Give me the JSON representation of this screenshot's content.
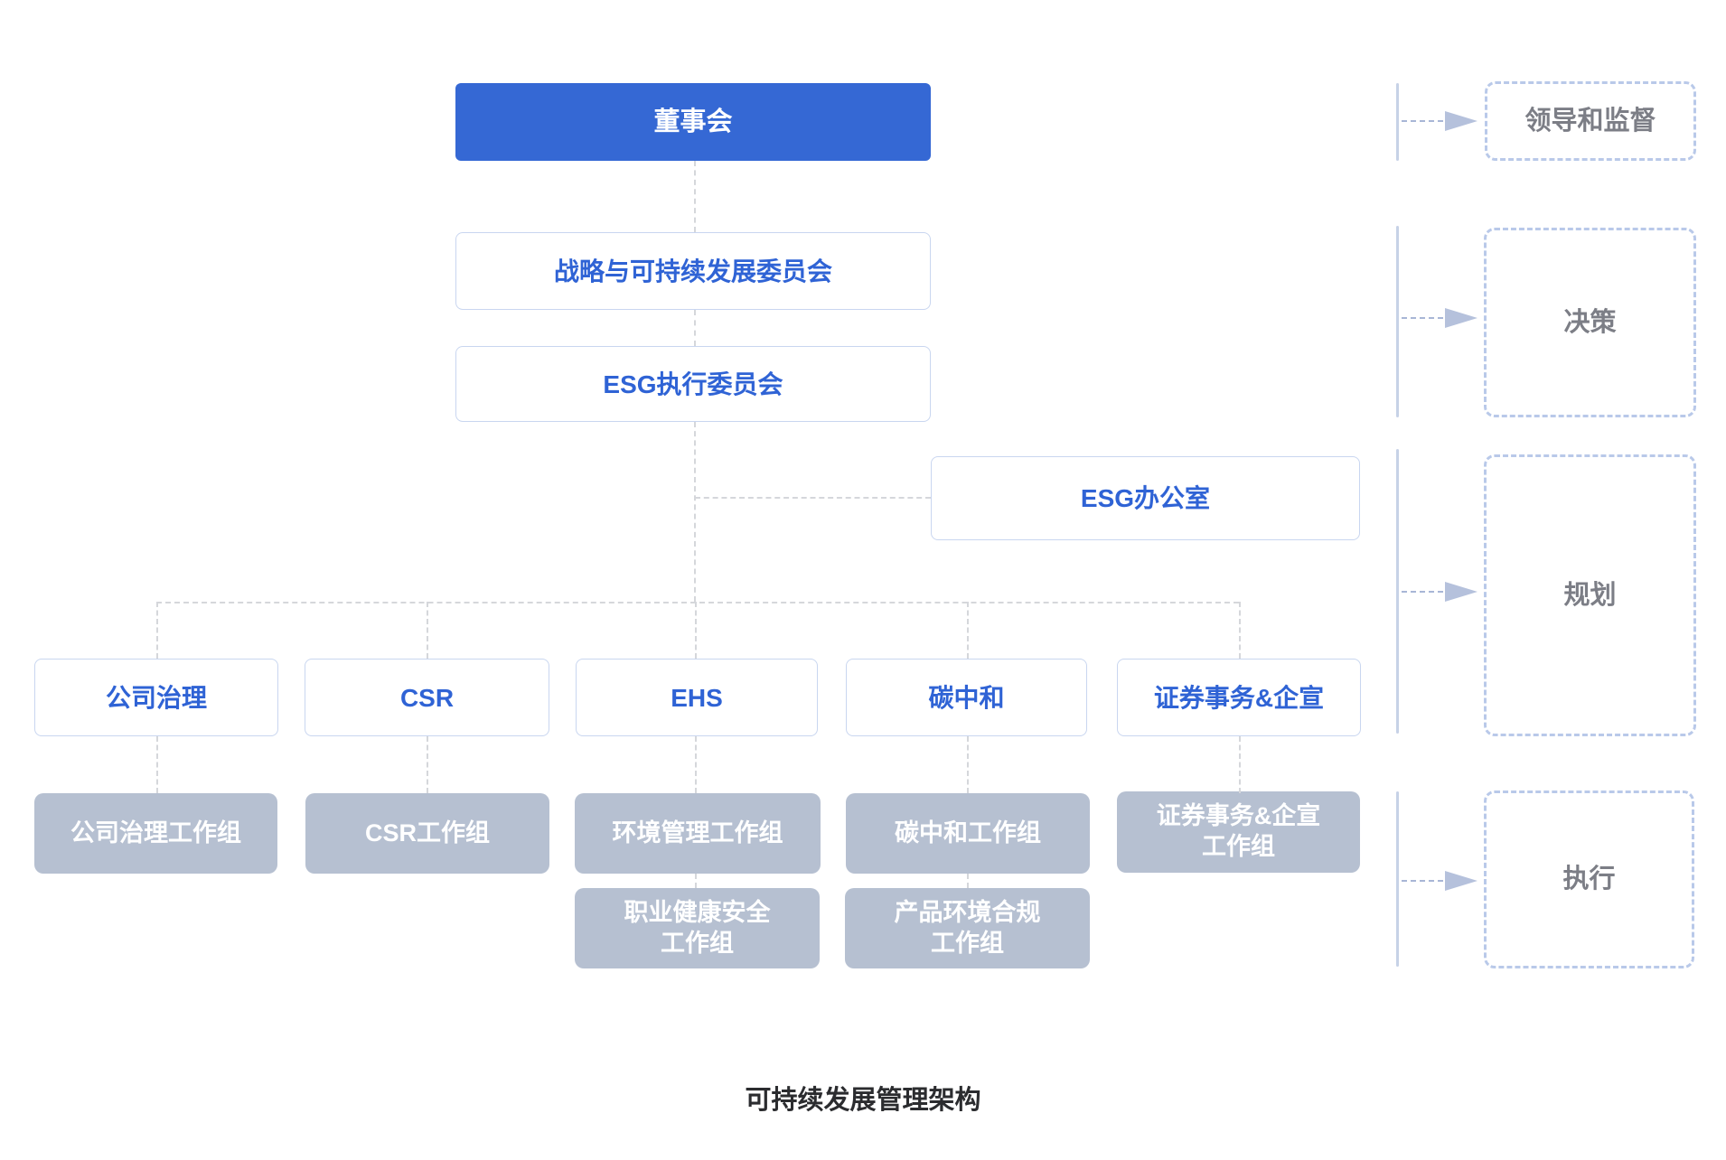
{
  "title": "可持续发展管理架构",
  "org": {
    "board": "董事会",
    "committees": [
      "战略与可持续发展委员会",
      "ESG执行委员会"
    ],
    "office": "ESG办公室",
    "divisions": [
      "公司治理",
      "CSR",
      "EHS",
      "碳中和",
      "证券事务&企宣"
    ],
    "workgroups_row1": [
      "公司治理工作组",
      "CSR工作组",
      "环境管理工作组",
      "碳中和工作组",
      "证券事务&企宣\n工作组"
    ],
    "workgroups_row2": [
      "职业健康安全\n工作组",
      "产品环境合规\n工作组"
    ]
  },
  "stages": [
    "领导和监督",
    "决策",
    "规划",
    "执行"
  ],
  "colors": {
    "primary_blue": "#3568d4",
    "blue_text": "#2f63d5",
    "light_border": "#c9d6f0",
    "gray_fill": "#b6c0d1",
    "stage_border": "#b9c9e9",
    "stage_text": "#7c7e86",
    "connector": "#d5d7db",
    "arrow_line": "#a8b6d6",
    "arrow_head": "#b5c1dc",
    "rail": "#c7d2e7",
    "title_text": "#2b2c2f"
  }
}
